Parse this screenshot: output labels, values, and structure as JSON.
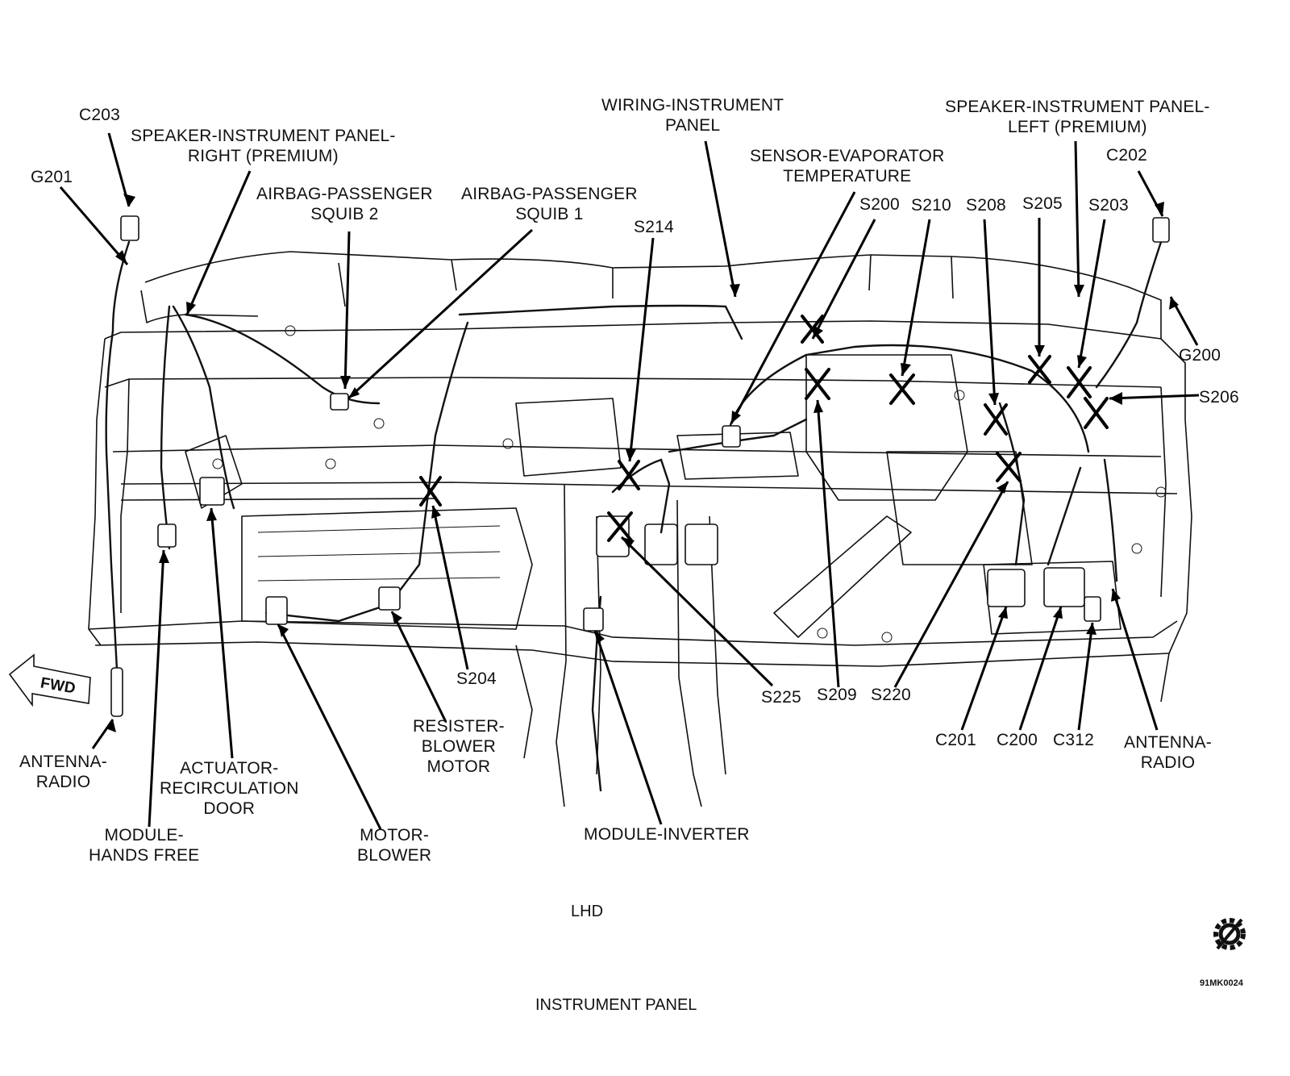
{
  "labels": {
    "c203": "C203",
    "g201": "G201",
    "speaker_right": "SPEAKER-INSTRUMENT PANEL-\nRIGHT (PREMIUM)",
    "airbag_squib2": "AIRBAG-PASSENGER\nSQUIB 2",
    "airbag_squib1": "AIRBAG-PASSENGER\nSQUIB 1",
    "wiring_panel": "WIRING-INSTRUMENT\nPANEL",
    "sensor_evap": "SENSOR-EVAPORATOR\nTEMPERATURE",
    "speaker_left": "SPEAKER-INSTRUMENT PANEL-\nLEFT (PREMIUM)",
    "c202": "C202",
    "s214": "S214",
    "s200": "S200",
    "s210": "S210",
    "s208": "S208",
    "s205": "S205",
    "s203": "S203",
    "g200": "G200",
    "s206": "S206",
    "antenna_radio_left": "ANTENNA-\nRADIO",
    "actuator": "ACTUATOR-\nRECIRCULATION\nDOOR",
    "module_hands_free": "MODULE-\nHANDS FREE",
    "motor_blower": "MOTOR-\nBLOWER",
    "s204": "S204",
    "resister_blower": "RESISTER-\nBLOWER\nMOTOR",
    "module_inverter": "MODULE-INVERTER",
    "s225": "S225",
    "s209": "S209",
    "s220": "S220",
    "c201": "C201",
    "c200": "C200",
    "c312": "C312",
    "antenna_radio_right": "ANTENNA-\nRADIO",
    "fwd": "FWD"
  },
  "captions": {
    "view": "LHD",
    "title": "INSTRUMENT PANEL",
    "code": "91MK0024"
  },
  "icons": {
    "fwd_arrow": "fwd-arrow-icon",
    "gear_logo": "gear-slash-icon"
  }
}
